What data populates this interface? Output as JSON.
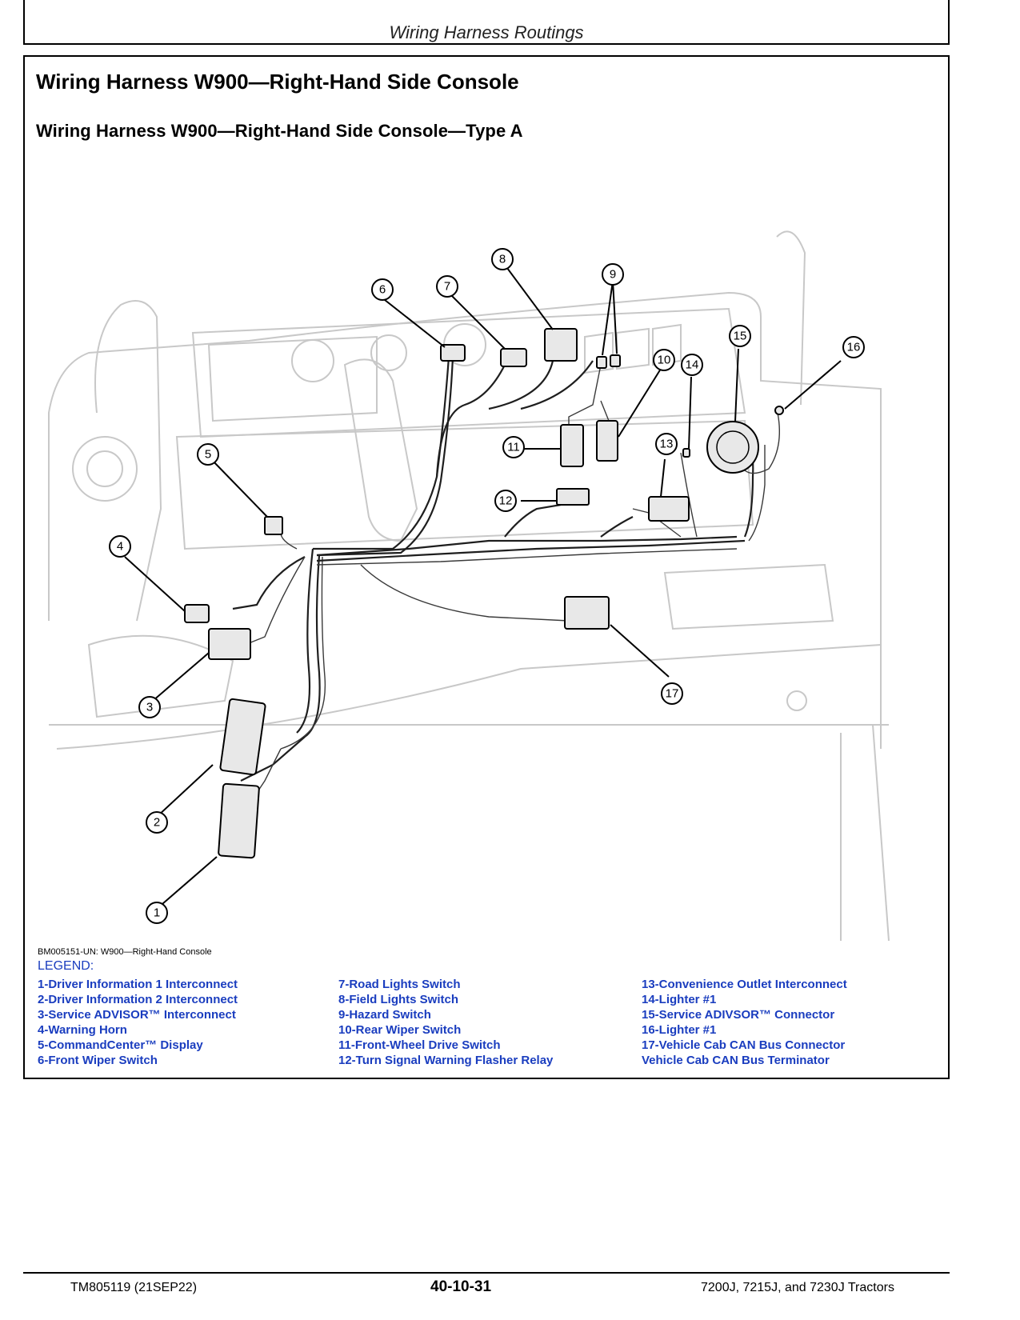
{
  "header": {
    "section_title": "Wiring Harness Routings"
  },
  "panel": {
    "title": "Wiring Harness W900—Right-Hand Side Console",
    "subtitle": "Wiring Harness W900—Right-Hand Side Console—Type A",
    "figure_caption": "BM005151-UN: W900—Right-Hand Console",
    "legend_title": "LEGEND:",
    "legend": {
      "col1": [
        "1-Driver Information 1 Interconnect",
        "2-Driver Information 2 Interconnect",
        "3-Service ADVISOR™ Interconnect",
        "4-Warning Horn",
        "5-CommandCenter™ Display",
        "6-Front Wiper Switch"
      ],
      "col2": [
        "7-Road Lights Switch",
        "8-Field Lights Switch",
        "9-Hazard Switch",
        "10-Rear Wiper Switch",
        "11-Front-Wheel Drive Switch",
        "12-Turn Signal Warning Flasher Relay"
      ],
      "col3": [
        "13-Convenience Outlet Interconnect",
        "14-Lighter #1",
        "15-Service ADIVSOR™ Connector",
        "16-Lighter #1",
        "17-Vehicle Cab CAN Bus Connector",
        "Vehicle Cab CAN Bus Terminator"
      ]
    },
    "callouts": [
      "1",
      "2",
      "3",
      "4",
      "5",
      "6",
      "7",
      "8",
      "9",
      "10",
      "11",
      "12",
      "13",
      "14",
      "15",
      "16",
      "17"
    ]
  },
  "footer": {
    "left": "TM805119 (21SEP22)",
    "center": "40-10-31",
    "right": "7200J, 7215J, and 7230J Tractors"
  }
}
